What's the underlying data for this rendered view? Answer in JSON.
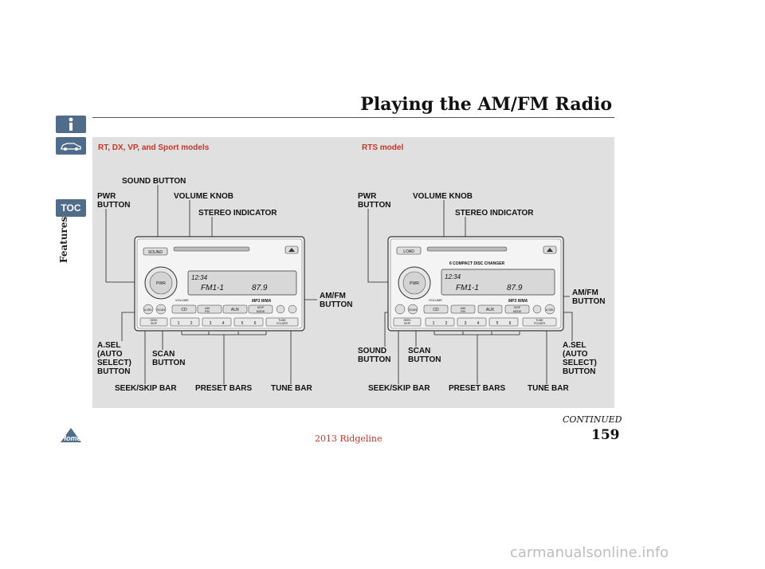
{
  "sidebar": {
    "info_icon": "info-icon",
    "car_icon": "car-icon",
    "toc_label": "TOC",
    "section_label": "Features",
    "home_label": "Home"
  },
  "header": {
    "title": "Playing the AM/FM Radio"
  },
  "panel": {
    "left_model": "RT, DX, VP, and Sport models",
    "right_model": "RTS model"
  },
  "left_labels": {
    "sound": "SOUND BUTTON",
    "pwr": "PWR\nBUTTON",
    "volume": "VOLUME KNOB",
    "stereo": "STEREO INDICATOR",
    "amfm": "AM/FM\nBUTTON",
    "asel": "A.SEL\n(AUTO\nSELECT)\nBUTTON",
    "scan": "SCAN\nBUTTON",
    "seek": "SEEK/SKIP BAR",
    "preset": "PRESET BARS",
    "tune": "TUNE BAR"
  },
  "right_labels": {
    "pwr": "PWR\nBUTTON",
    "volume": "VOLUME KNOB",
    "stereo": "STEREO INDICATOR",
    "amfm": "AM/FM\nBUTTON",
    "asel": "A.SEL\n(AUTO\nSELECT)\nBUTTON",
    "sound": "SOUND\nBUTTON",
    "scan": "SCAN\nBUTTON",
    "seek": "SEEK/SKIP BAR",
    "preset": "PRESET BARS",
    "tune": "TUNE BAR"
  },
  "radio": {
    "display_clock": "12:34",
    "display_band": "FM1-1",
    "display_freq": "87.9",
    "sound_btn": "SOUND",
    "load_btn": "LOAD",
    "pwr_btn": "PWR",
    "volume_text": "VOLUME",
    "cd_btn": "CD",
    "am_btn": "AM",
    "fm_btn": "FM",
    "aux_btn": "AUX",
    "disp_btn": "DISP",
    "mode_btn": "MODE",
    "asel_btn": "A.SEL",
    "scan_btn": "SCAN",
    "mp3_text": "MP3  WMA",
    "seek_text": "SEEK",
    "skip_text": "SKIP",
    "tune_text": "TUNE",
    "folder_text": "FOLDER",
    "changer_text": "6 COMPACT DISC CHANGER",
    "preset_1": "1",
    "preset_2": "2",
    "preset_3": "3",
    "preset_4": "4",
    "preset_5": "5",
    "preset_6": "6"
  },
  "footer": {
    "continued": "CONTINUED",
    "page_number": "159",
    "model_year": "2013 Ridgeline",
    "watermark": "carmanualsonline.info"
  }
}
